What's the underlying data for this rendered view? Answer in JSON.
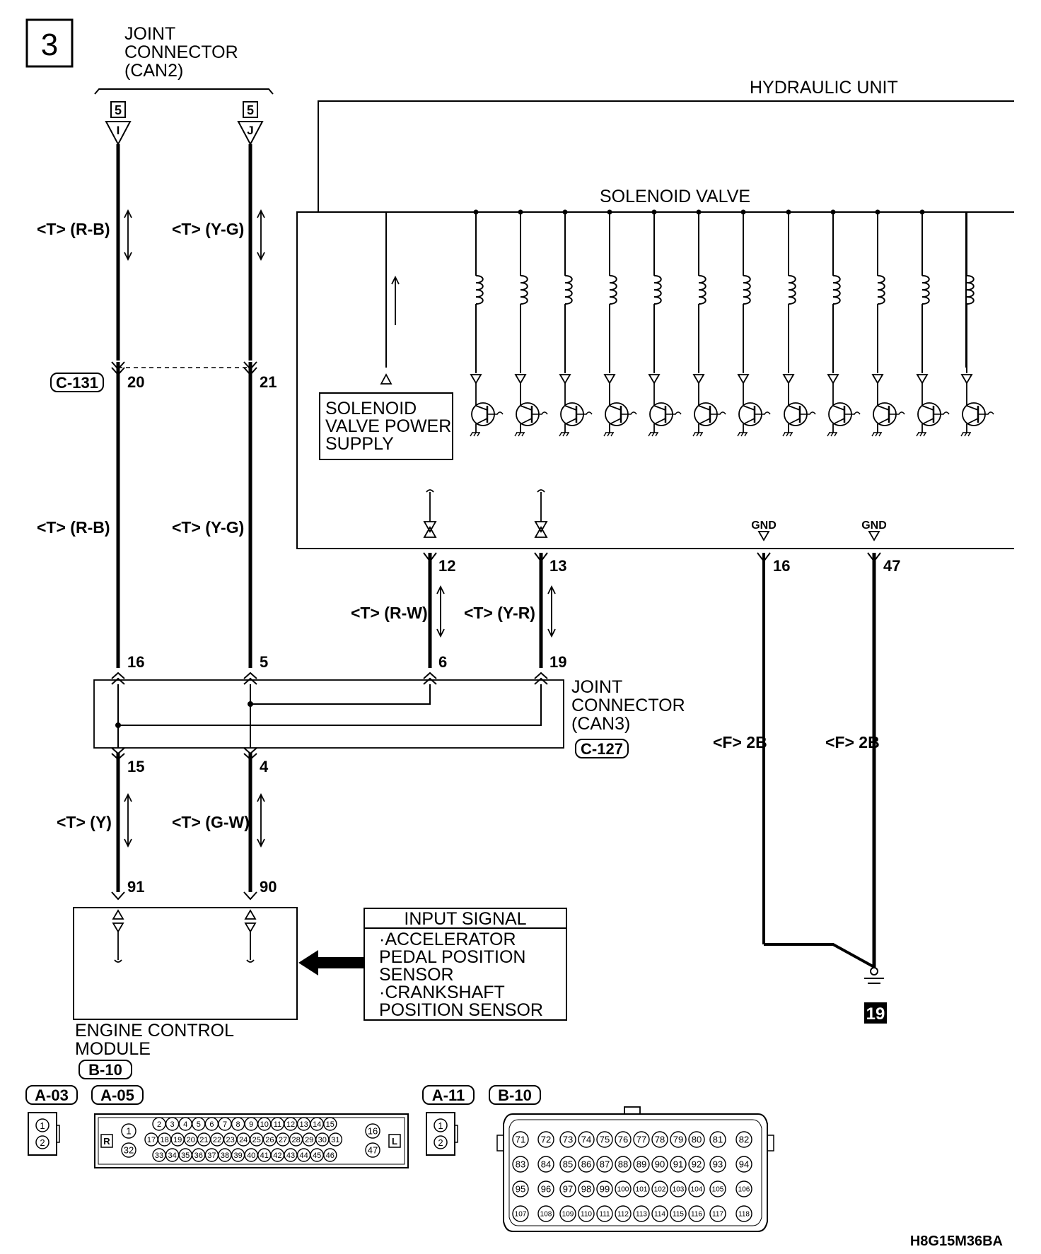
{
  "page_number": "3",
  "labels": {
    "joint_can2": [
      "JOINT",
      "CONNECTOR",
      "(CAN2)"
    ],
    "hydraulic_unit": "HYDRAULIC UNIT",
    "solenoid_valve": "SOLENOID VALVE",
    "solenoid_power": [
      "SOLENOID",
      "VALVE POWER",
      "SUPPLY"
    ],
    "joint_can3": [
      "JOINT",
      "CONNECTOR",
      "(CAN3)"
    ],
    "ecm": [
      "ENGINE CONTROL",
      "MODULE"
    ],
    "input_signal_title": "INPUT SIGNAL",
    "input_signal_lines": [
      "·ACCELERATOR",
      " PEDAL POSITION",
      " SENSOR",
      "·CRANKSHAFT",
      " POSITION SENSOR"
    ],
    "gnd": "GND",
    "ground_id": "19",
    "diagram_code": "H8G15M36BA"
  },
  "connectors": {
    "c131": "C-131",
    "c127": "C-127",
    "b10": "B-10",
    "can2_left": {
      "num": "5",
      "letter": "I"
    },
    "can2_right": {
      "num": "5",
      "letter": "J"
    }
  },
  "pins": {
    "c131_left": "20",
    "c131_right": "21",
    "hu_can_h": "12",
    "hu_can_l": "13",
    "hu_gnd1": "16",
    "hu_gnd2": "47",
    "j_in_16": "16",
    "j_in_5": "5",
    "j_in_6": "6",
    "j_in_19": "19",
    "j_out_15": "15",
    "j_out_4": "4",
    "ecm_91": "91",
    "ecm_90": "90"
  },
  "wires": {
    "w1": "<T> (R-B)",
    "w2": "<T> (Y-G)",
    "w3": "<T> (R-B)",
    "w4": "<T> (Y-G)",
    "w5": "<T> (R-W)",
    "w6": "<T> (Y-R)",
    "w7": "<T> (Y)",
    "w8": "<T> (G-W)",
    "w9": "<F> 2B",
    "w10": "<F> 2B"
  },
  "connector_views": {
    "a03": {
      "label": "A-03",
      "pins": [
        "1",
        "2"
      ]
    },
    "a05": {
      "label": "A-05",
      "left_tag": "R",
      "right_tag": "L",
      "row1": [
        "2",
        "3",
        "4",
        "5",
        "6",
        "7",
        "8",
        "9",
        "10",
        "11",
        "12",
        "13",
        "14",
        "15"
      ],
      "row2": [
        "17",
        "18",
        "19",
        "20",
        "21",
        "22",
        "23",
        "24",
        "25",
        "26",
        "27",
        "28",
        "29",
        "30",
        "31"
      ],
      "row3": [
        "33",
        "34",
        "35",
        "36",
        "37",
        "38",
        "39",
        "40",
        "41",
        "42",
        "43",
        "44",
        "45",
        "46"
      ],
      "left_pins": [
        "1",
        "32"
      ],
      "right_pins": [
        "16",
        "47"
      ]
    },
    "a11": {
      "label": "A-11",
      "pins": [
        "1",
        "2"
      ]
    },
    "b10": {
      "label": "B-10",
      "rows": [
        [
          "71",
          "72",
          "73",
          "74",
          "75",
          "76",
          "77",
          "78",
          "79",
          "80",
          "81",
          "82"
        ],
        [
          "83",
          "84",
          "85",
          "86",
          "87",
          "88",
          "89",
          "90",
          "91",
          "92",
          "93",
          "94"
        ],
        [
          "95",
          "96",
          "97",
          "98",
          "99",
          "100",
          "101",
          "102",
          "103",
          "104",
          "105",
          "106"
        ],
        [
          "107",
          "108",
          "109",
          "110",
          "111",
          "112",
          "113",
          "114",
          "115",
          "116",
          "117",
          "118"
        ]
      ]
    }
  }
}
